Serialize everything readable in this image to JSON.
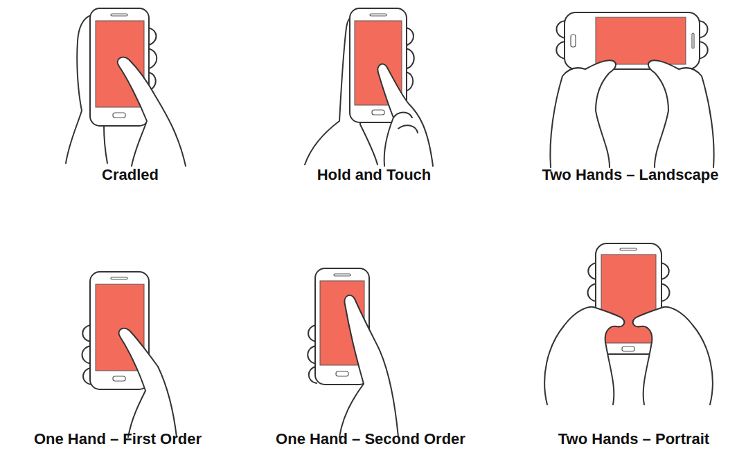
{
  "diagram": {
    "labels": [
      "Cradled",
      "Hold and Touch",
      "Two Hands – Landscape",
      "One Hand – First Order",
      "One Hand – Second Order",
      "Two Hands – Portrait"
    ]
  }
}
